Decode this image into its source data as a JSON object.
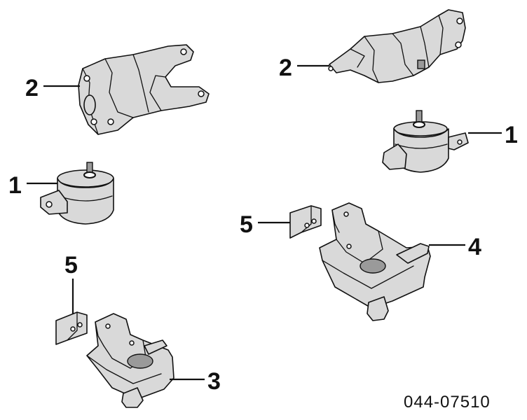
{
  "diagram": {
    "callouts": {
      "left_bracket": "2",
      "right_bracket": "2",
      "left_mount": "1",
      "right_mount": "1",
      "right_plate": "5",
      "left_plate": "5",
      "right_trans_mount": "4",
      "left_trans_mount": "3"
    },
    "diagram_code": "044-07510"
  }
}
